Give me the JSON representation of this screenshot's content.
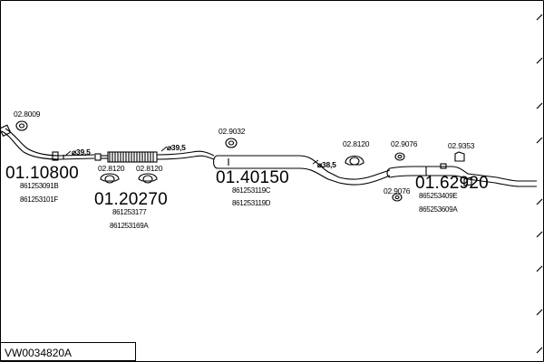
{
  "diagram": {
    "title": "VW0034820A",
    "sections": [
      {
        "id": "front",
        "main_part": "01.10800",
        "oem": [
          "861253091B",
          "861253101F"
        ],
        "gasket": "02.8009",
        "diameter": "⌀39,5"
      },
      {
        "id": "center",
        "main_part": "01.20270",
        "oem": [
          "861253177",
          "861253169A"
        ],
        "clamps": [
          "02.8120",
          "02.8120"
        ],
        "diameter": "⌀39,5"
      },
      {
        "id": "middle",
        "main_part": "01.40150",
        "oem": [
          "861253119C",
          "861253119D"
        ],
        "rubber_mount": "02.9032",
        "diameter": "⌀38,5"
      },
      {
        "id": "rear",
        "main_part": "01.62920",
        "oem": [
          "865253409E",
          "865253609A"
        ],
        "clamp": "02.8120",
        "mounts": [
          "02.9076",
          "02.9076"
        ],
        "bracket": "02.9353"
      }
    ]
  }
}
